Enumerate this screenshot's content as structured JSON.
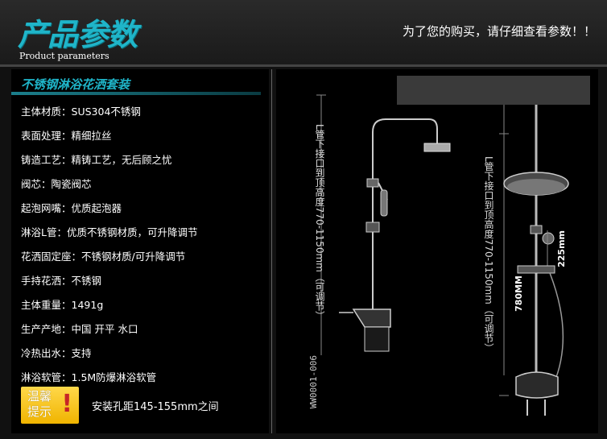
{
  "header": {
    "title": "产品参数",
    "subtitle": "Product parameters",
    "slogan": "为了您的购买，请仔细查看参数！！"
  },
  "product": {
    "name": "不锈钢淋浴花洒套装",
    "specs": [
      {
        "label": "主体材质：",
        "value": "SUS304不锈钢"
      },
      {
        "label": "表面处理：",
        "value": "精细拉丝"
      },
      {
        "label": "铸造工艺：",
        "value": "精铸工艺，无后顾之忧"
      },
      {
        "label": "阀芯：",
        "value": "陶瓷阀芯"
      },
      {
        "label": "起泡网嘴：",
        "value": "优质起泡器"
      },
      {
        "label": "淋浴L管：",
        "value": "优质不锈钢材质，可升降调节"
      },
      {
        "label": "花洒固定座：",
        "value": "不锈钢材质/可升降调节"
      },
      {
        "label": "手持花洒：",
        "value": "不锈钢"
      },
      {
        "label": "主体重量：",
        "value": "1491g"
      },
      {
        "label": "生产产地：",
        "value": "中国 开平 水口"
      },
      {
        "label": "冷热出水：",
        "value": "支持"
      },
      {
        "label": "淋浴软管：",
        "value": "1.5M防爆淋浴软管"
      }
    ]
  },
  "notice": {
    "badge": "温馨提示",
    "mark": "!",
    "message": "安装孔距145-155mm之间"
  },
  "drawing": {
    "height_note_left": "L管下接口到顶高度770-1150mm（可调节）",
    "height_note_right": "L管下接口到顶高度770-1150mm（可调节）",
    "model_code": "WW0001-006",
    "dim_small": "225mm",
    "dim_large": "780MM"
  },
  "colors": {
    "accent": "#1fb5c9",
    "background": "#111111",
    "notice_bg": "#f0b400",
    "notice_mark": "#c72626"
  }
}
